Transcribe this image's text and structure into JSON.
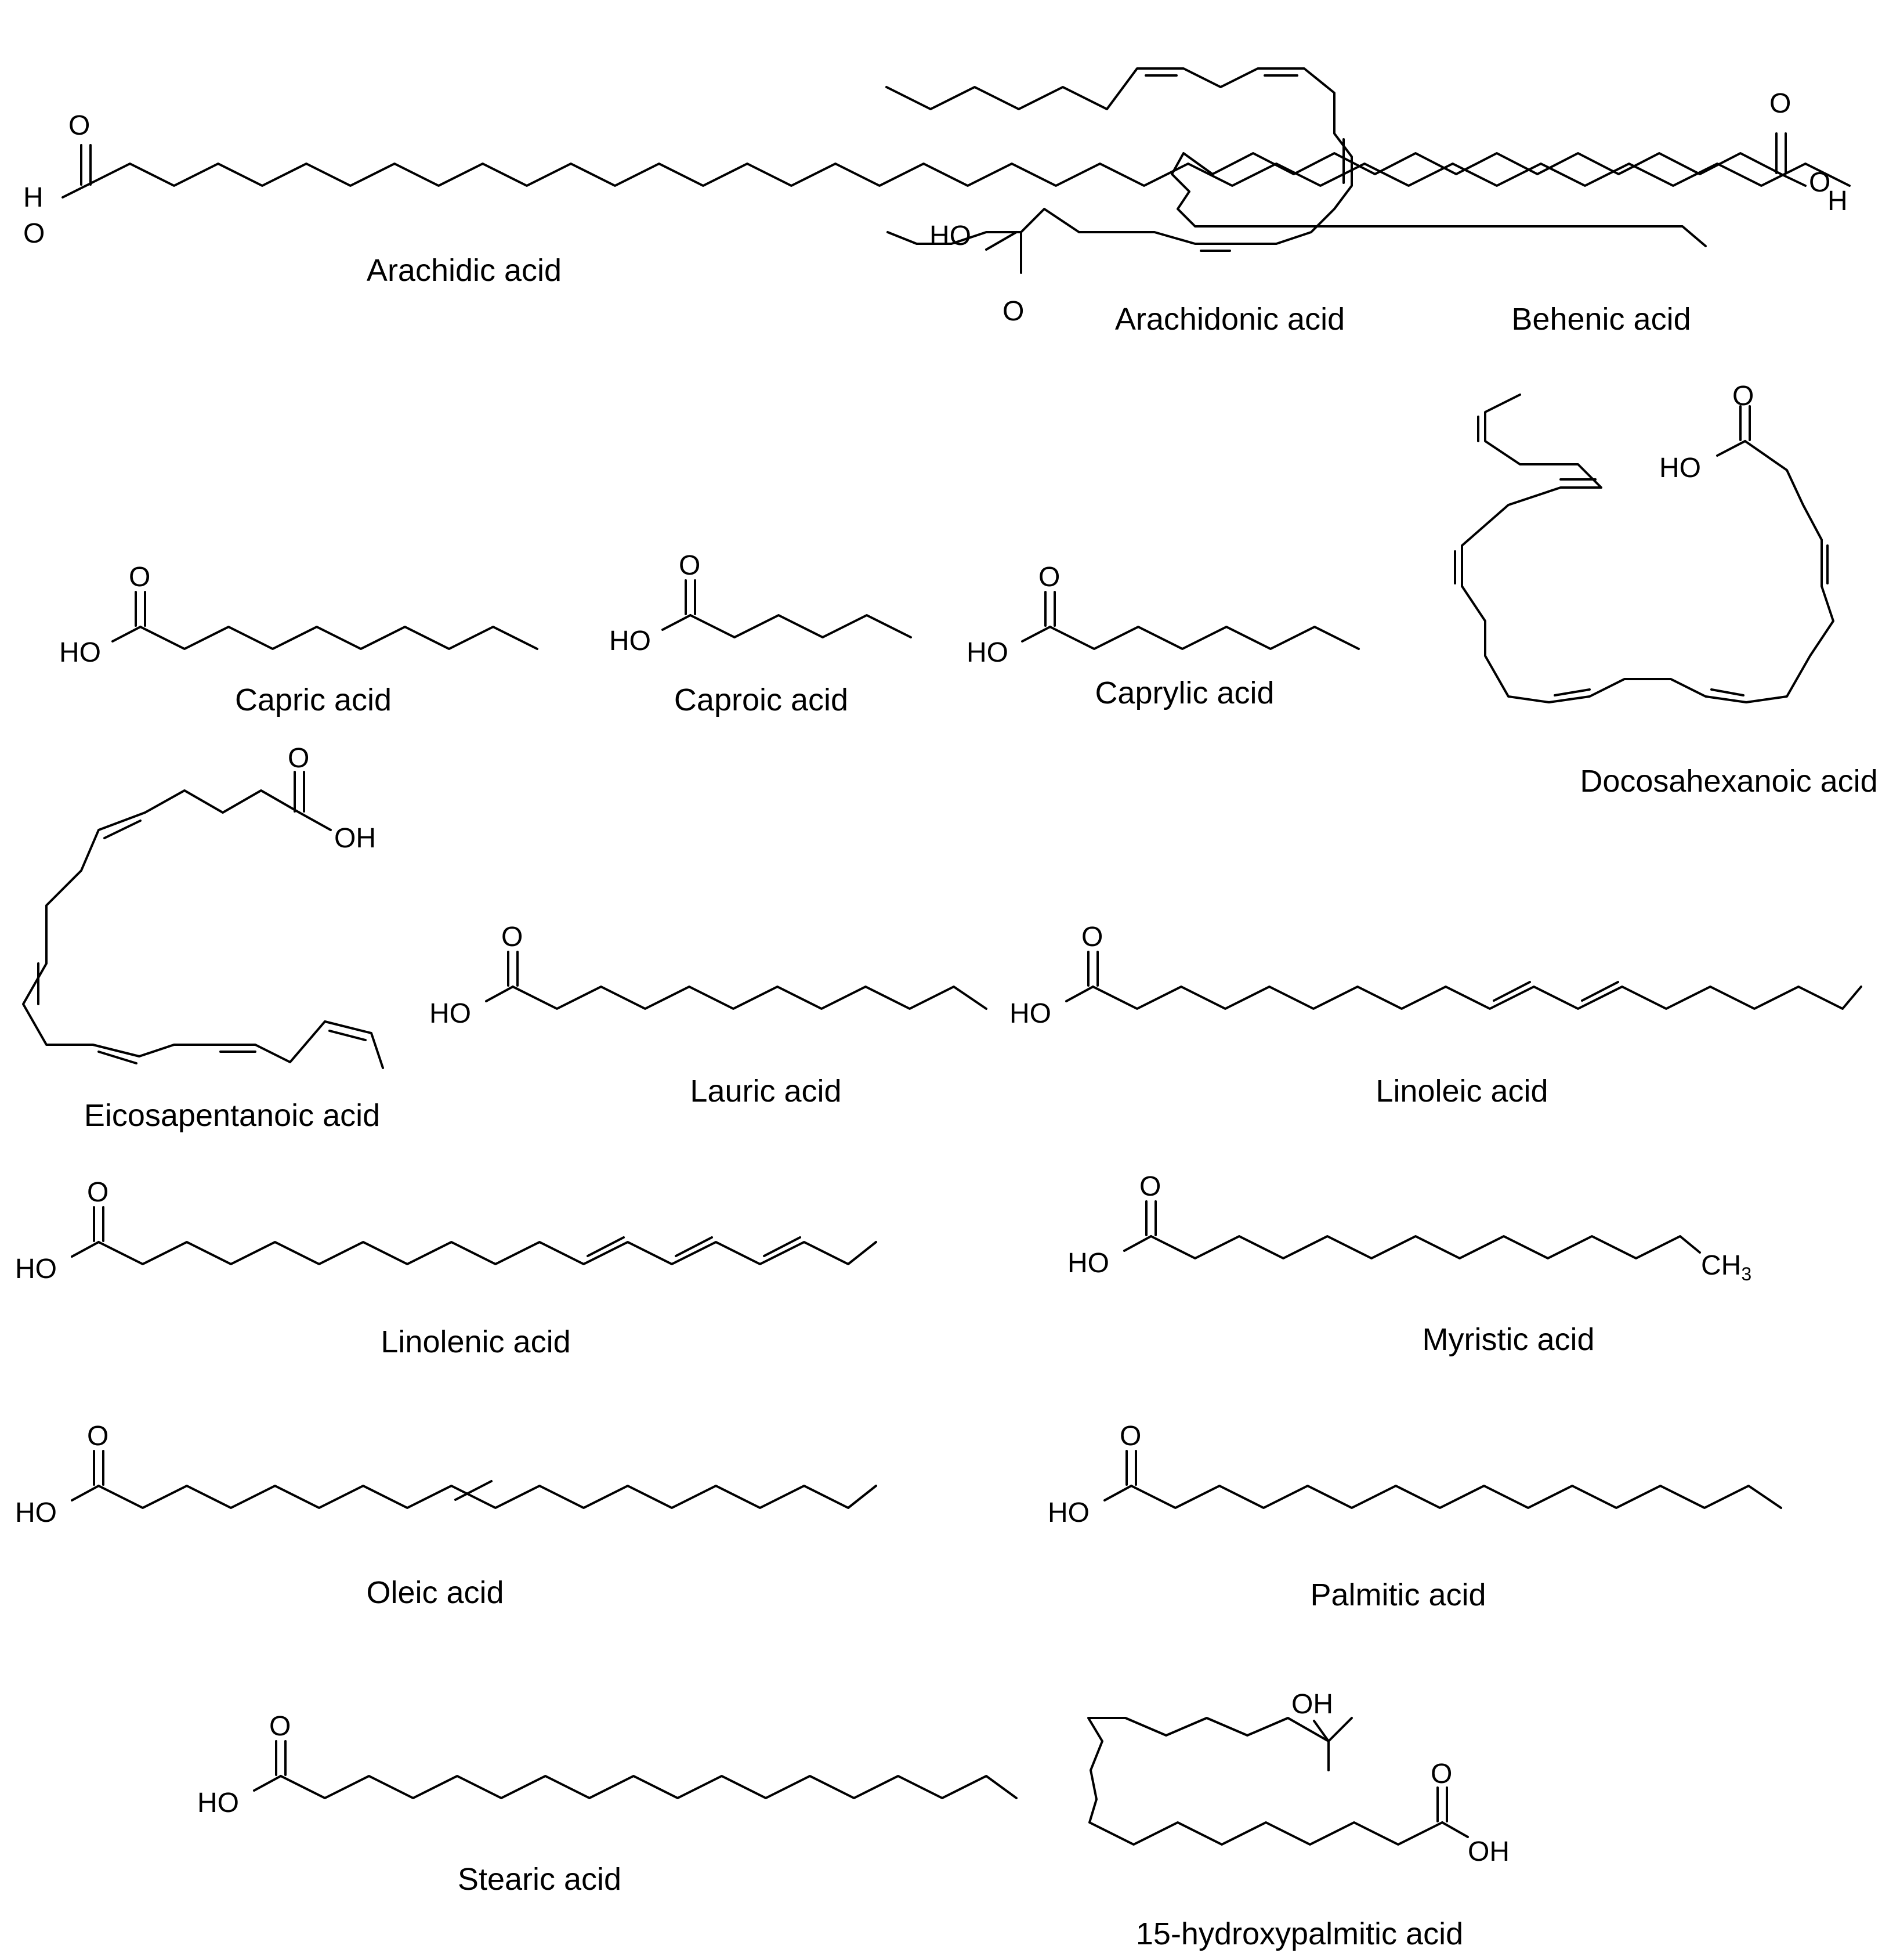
{
  "molecules": [
    {
      "id": "arachidic",
      "name": "Arachidic acid",
      "atoms": [
        "O",
        "H",
        "O"
      ]
    },
    {
      "id": "arachidonic",
      "name": "Arachidonic acid",
      "atoms": [
        "HO",
        "O"
      ]
    },
    {
      "id": "behenic",
      "name": "Behenic acid",
      "atoms": [
        "O",
        "O",
        "H"
      ]
    },
    {
      "id": "capric",
      "name": "Capric acid",
      "atoms": [
        "O",
        "HO"
      ]
    },
    {
      "id": "caproic",
      "name": "Caproic acid",
      "atoms": [
        "O",
        "HO"
      ]
    },
    {
      "id": "caprylic",
      "name": "Caprylic acid",
      "atoms": [
        "O",
        "HO"
      ]
    },
    {
      "id": "docosahexanoic",
      "name": "Docosahexanoic acid",
      "atoms": [
        "O",
        "HO"
      ]
    },
    {
      "id": "eicosapentanoic",
      "name": "Eicosapentanoic acid",
      "atoms": [
        "O",
        "OH"
      ]
    },
    {
      "id": "lauric",
      "name": "Lauric acid",
      "atoms": [
        "O",
        "HO"
      ]
    },
    {
      "id": "linoleic",
      "name": "Linoleic acid",
      "atoms": [
        "O",
        "HO"
      ]
    },
    {
      "id": "linolenic",
      "name": "Linolenic acid",
      "atoms": [
        "O",
        "HO"
      ]
    },
    {
      "id": "myristic",
      "name": "Myristic acid",
      "atoms": [
        "O",
        "HO",
        "CH",
        "3"
      ]
    },
    {
      "id": "oleic",
      "name": "Oleic acid",
      "atoms": [
        "O",
        "HO"
      ]
    },
    {
      "id": "palmitic",
      "name": "Palmitic acid",
      "atoms": [
        "O",
        "HO"
      ]
    },
    {
      "id": "stearic",
      "name": "Stearic acid",
      "atoms": [
        "O",
        "HO"
      ]
    },
    {
      "id": "hydroxypalmitic",
      "name": "15-hydroxypalmitic acid",
      "atoms": [
        "OH",
        "O",
        "OH"
      ]
    }
  ]
}
